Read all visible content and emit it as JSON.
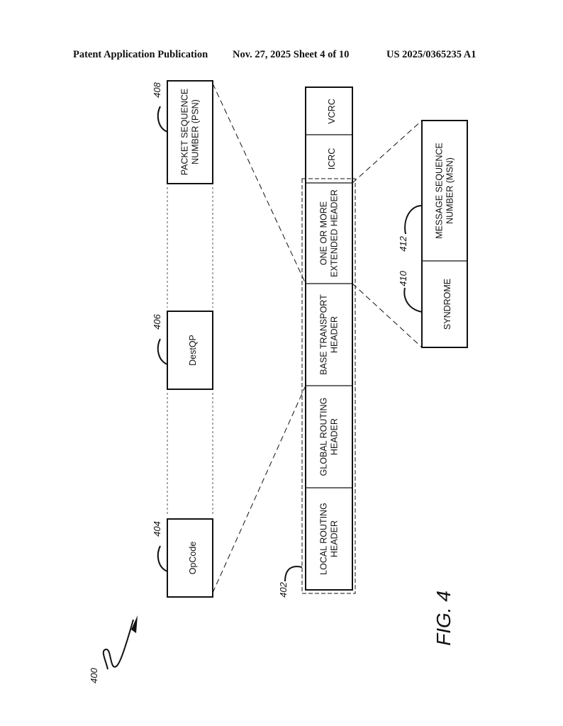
{
  "header": {
    "publication": "Patent Application Publication",
    "date_sheet": "Nov. 27, 2025  Sheet 4 of 10",
    "patent_number": "US 2025/0365235 A1"
  },
  "figure": {
    "label": "FIG. 4",
    "ref_main": "400",
    "packet": {
      "ref": "402",
      "fields": [
        {
          "lines": [
            "LOCAL ROUTING",
            "HEADER"
          ]
        },
        {
          "lines": [
            "GLOBAL ROUTING",
            "HEADER"
          ]
        },
        {
          "lines": [
            "BASE TRANSPORT",
            "HEADER"
          ]
        },
        {
          "lines": [
            "ONE OR MORE",
            "EXTENDED HEADER"
          ]
        },
        {
          "lines": [
            "ICRC"
          ]
        },
        {
          "lines": [
            "VCRC"
          ]
        }
      ]
    },
    "bth_fields": [
      {
        "ref": "404",
        "lines": [
          "OpCode"
        ]
      },
      {
        "ref": "406",
        "lines": [
          "DestQP"
        ]
      },
      {
        "ref": "408",
        "lines": [
          "PACKET SEQUENCE",
          "NUMBER (PSN)"
        ]
      }
    ],
    "ext_fields": [
      {
        "ref": "410",
        "lines": [
          "SYNDROME"
        ]
      },
      {
        "ref": "412",
        "lines": [
          "MESSAGE SEQUENCE",
          "NUMBER (MSN)"
        ]
      }
    ]
  }
}
